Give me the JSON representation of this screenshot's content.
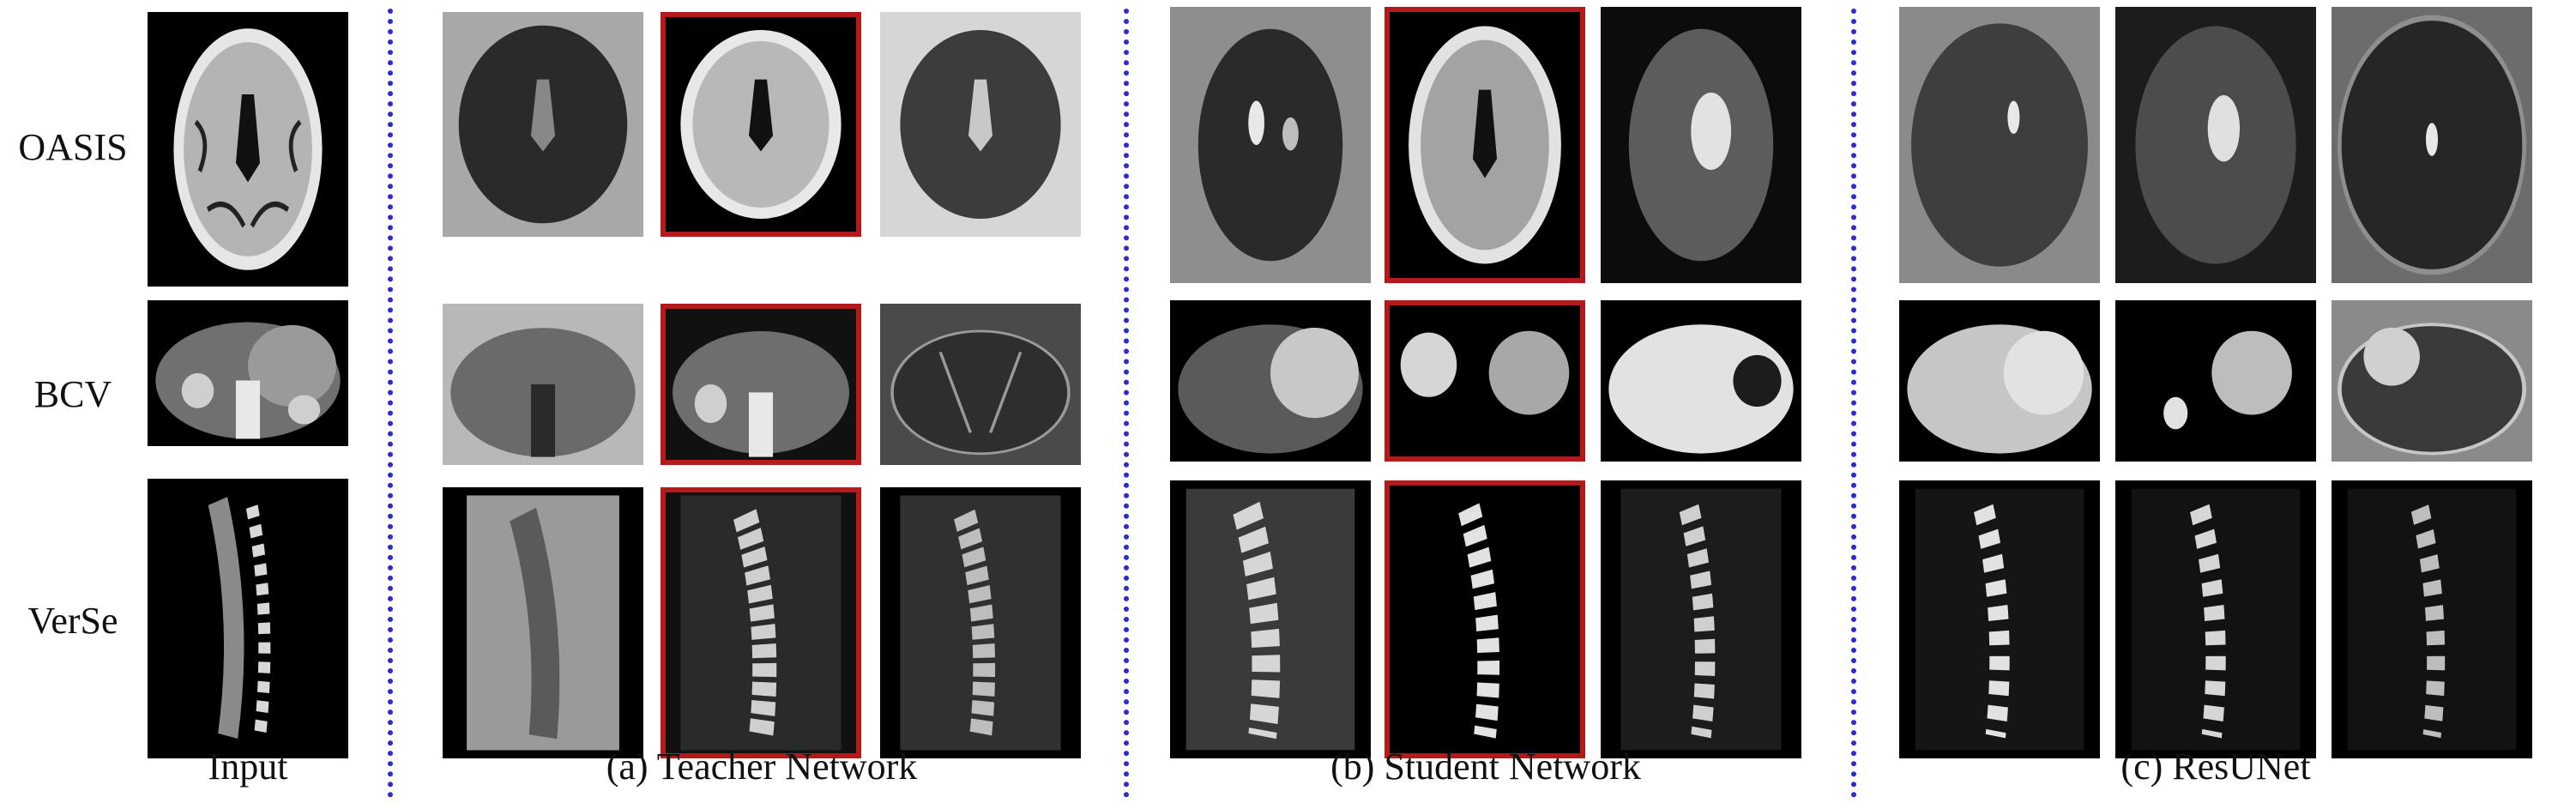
{
  "row_labels": [
    "OASIS",
    "BCV",
    "VerSe"
  ],
  "captions": {
    "input": "Input",
    "teacher": "(a) Teacher Network",
    "student": "(b) Student Network",
    "resunet": "(c) ResUNet"
  },
  "colors": {
    "divider": "#2b2bd0",
    "highlight_border": "#b41a1a"
  }
}
